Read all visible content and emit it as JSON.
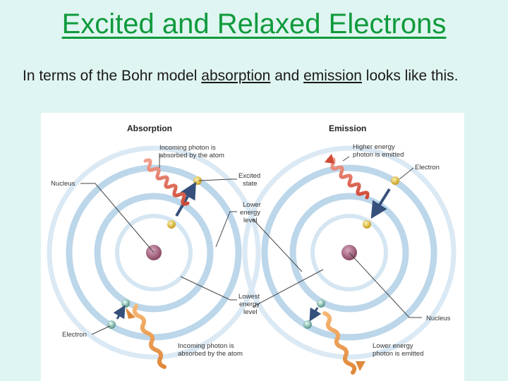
{
  "slide": {
    "title": "Excited and Relaxed Electrons",
    "body": {
      "prefix": "In terms of the Bohr model ",
      "link1": "absorption",
      "middle": " and ",
      "link2": "emission",
      "suffix": " looks like this."
    }
  },
  "figure": {
    "absorption_heading": "Absorption",
    "emission_heading": "Emission",
    "incoming_photon_top_1": "Incoming photon is",
    "incoming_photon_top_2": "absorbed by the atom",
    "nucleus_left": "Nucleus",
    "excited_state_1": "Excited",
    "excited_state_2": "state",
    "lower_energy_1": "Lower",
    "lower_energy_2": "energy",
    "lower_energy_3": "level",
    "lowest_energy_1": "Lowest",
    "lowest_energy_2": "energy",
    "lowest_energy_3": "level",
    "electron_left": "Electron",
    "incoming_photon_bottom_1": "Incoming photon is",
    "incoming_photon_bottom_2": "absorbed by the atom",
    "higher_photon_1": "Higher energy",
    "higher_photon_2": "photon is emitted",
    "electron_right": "Electron",
    "nucleus_right": "Nucleus",
    "lower_photon_1": "Lower energy",
    "lower_photon_2": "photon is emitted"
  },
  "colors": {
    "title": "#0f9a3c",
    "background": "#dff5f1",
    "photon_red": "#e0624a",
    "photon_orange": "#f0a050",
    "arrow_blue": "#35507a",
    "nucleus": "#a0607a"
  }
}
